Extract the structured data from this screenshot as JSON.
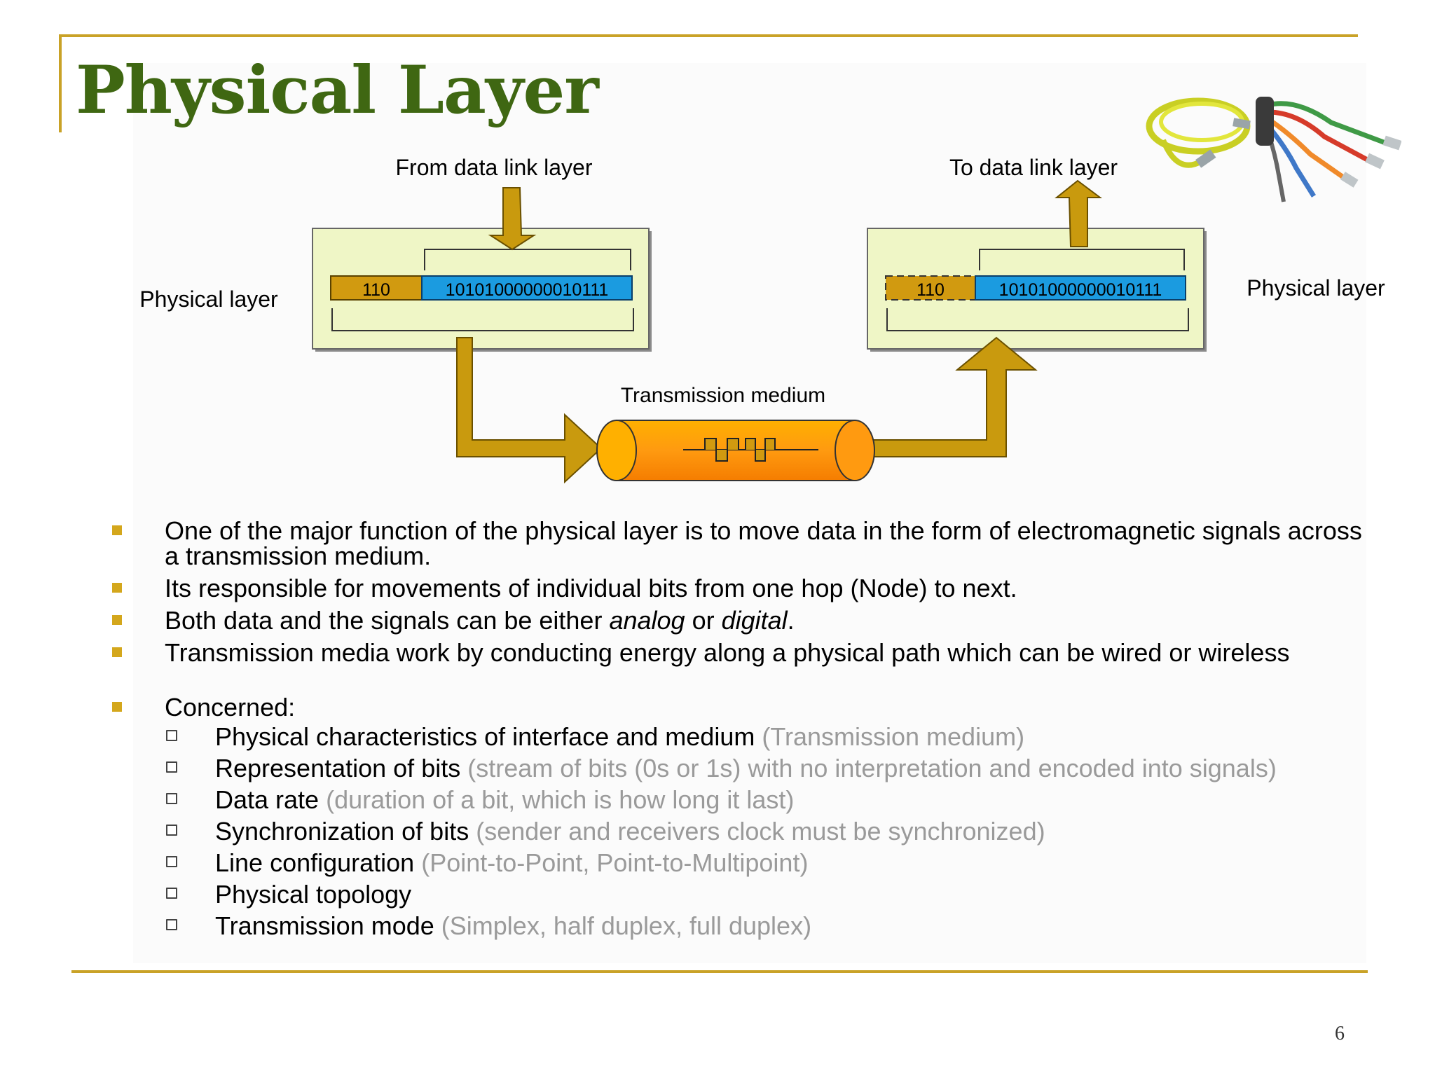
{
  "slide": {
    "title": "Physical Layer",
    "page_number": "6"
  },
  "diagram": {
    "from_label": "From data link layer",
    "to_label": "To data link layer",
    "left_layer_label": "Physical layer",
    "right_layer_label": "Physical layer",
    "medium_label": "Transmission medium",
    "header_bits": "110",
    "data_bits": "10101000000010111"
  },
  "colors": {
    "title": "#3f6712",
    "rule": "#c9a227",
    "arrow": "#c99a0e",
    "box_fill": "#eff6c6",
    "header_fill": "#d19a10",
    "data_fill": "#1b9be0",
    "cylinder": "#ff9a1a"
  },
  "bullets": [
    {
      "text": "One of the major function of the physical layer is to move data in the form of electromagnetic signals across a transmission medium."
    },
    {
      "text": "Its responsible for movements of individual bits from one hop (Node) to next."
    },
    {
      "pre": "Both data and the signals can be either ",
      "em1": "analog",
      "mid": " or ",
      "em2": "digital",
      "post": "."
    },
    {
      "text": "Transmission media work by conducting energy along a physical path which can be wired or wireless"
    },
    {
      "text": "Concerned:"
    }
  ],
  "concerns": [
    {
      "main": "Physical characteristics of interface and medium",
      "note": "(Transmission medium)"
    },
    {
      "main": "Representation of bits",
      "note": "(stream of bits (0s or 1s) with no interpretation and encoded into signals)"
    },
    {
      "main": "Data rate",
      "note": "(duration of a bit, which is how long it last)"
    },
    {
      "main": "Synchronization of bits",
      "note": "(sender and receivers clock must be synchronized)"
    },
    {
      "main": "Line configuration",
      "note": "(Point-to-Point, Point-to-Multipoint)"
    },
    {
      "main": "Physical topology",
      "note": ""
    },
    {
      "main": "Transmission mode",
      "note": "(Simplex, half duplex, full duplex)"
    }
  ],
  "icons": {
    "bullet": "filled-square",
    "sub_bullet": "hollow-square",
    "cables_image": "network-cables-illustration"
  }
}
